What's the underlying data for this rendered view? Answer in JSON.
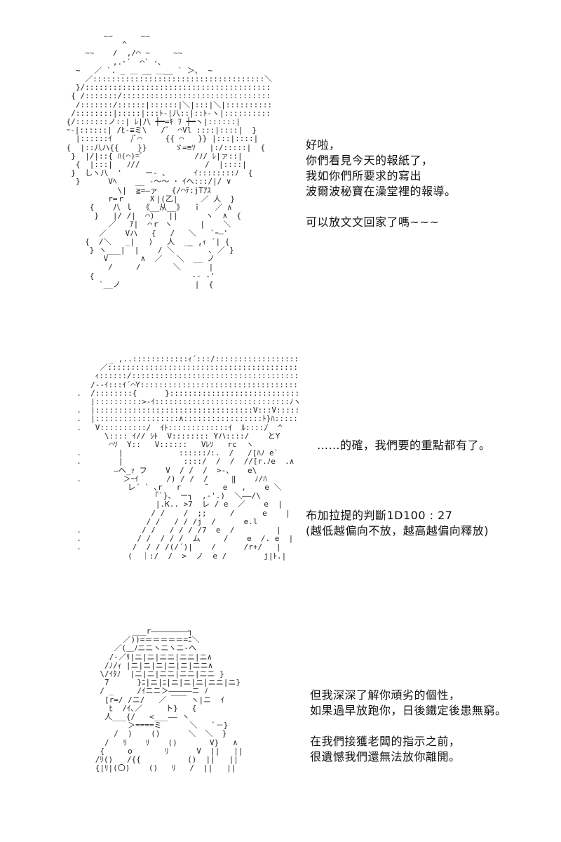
{
  "panels": [
    {
      "ascii_art": "         ~~      ~~\n             ^\n     ~~    /  ,/⌒ ~     ~~\n           ,.･´  ⌒` ･、\n   ~   ／ `. _ ＿ __ ＿__ ` ＞､  ~\n     ／:::::::::::::::::::::::::::::::::::::＼\n   }/::::::::::::::::::::::::::::::::::::::::::::ヽ {\n  { /:::::::/:::::::::::::::::::::::::::::::::::::::|\n   /:::::::/::::::|::::::|＼|:::|＼|::::::::::::|  }\n  /::::::::|:::::|:::ﾄ-|八::|::ﾄ-ヽ|::::::::::|  {\n {/:::::::ノ::| ﾚ|八 ┿━=ｷ ｦ ┿━ヽ|::::::|\n ｰ‐|::::::| /ﾋ-≡ミ\\   /゛ ⌒Vl ::::|::::|  }\n   |::::::ｲ    /ﾞ⌒     {{ ⌒   }} |:::|::::|\n {  |::八ハ{{    }}      ゞ=≡ｿ   |:/:::::|  {\n  }  |/|::{ ﾊ(⌒)=ﾞ           /ﾉ/ ﾚ|ァ::|\n   {  |:::|   ﾉ//              /  |::::|\n  }  しヽ八  '     ー‐ ､      ｲ::::::::ﾉ  {\n   }      Vﾍ    __ -～～ ･ ｲヘ:::/|/ ∨\n            \\|  ≧=―ァ   {/⌒ﾃ:jTｱｽ\n          r=ｒ     Ⅹ|(乙|     ／ 人  }\n      {    八 ｌ  《__从__》  ｉ   ／ ∧\n       }   |/ /|  ⌒)   ||      ヽ  ∧  {\n          ／   ｱ|  ⌒ｒ ヽ      |    ＼\n        ／    Vハ   {   /   ＼   `ｰ―'\n     {  /＼   _|   )   人   _ ,ｨ ´| {\n      } ヽ___|  |    / ＼  ￣ ｀ ､ ／ }\n         V       ∧  ／   ＼  __ ノ\n          /     /       ＼      |\n      {                     -‐ -'\n        `__ノ                |  {",
      "text": [
        "好啦，",
        "你們看見今天的報紙了，",
        "我如你們所要求的寫出",
        "波爾波秘寶在澡堂裡的報導。",
        "",
        "可以放文文回家了嗎~~~"
      ]
    },
    {
      "ascii_art": "         _ ,..::::::::::::ｨ´:::/::::::::::::::::::::::ヽ\n       ／::::::::::::::::::::::::::::::::::::::::::::::::::::ハ\n      ｨ::::::/:::::::::::::::::::::::::::::::::::::::::::::::::::|\n     /--ｲ:::ｲ´⌒Y:::::::::::::::::::::::::::::::::::::::|\n  .  /::::::::{      }:::::::::::::::::::::::::::::::::::|\n     |::::::::::>‐ｲ:::::::::::::::::::::::::::::ﾉヽ:::::::)\n  .  |::::::::::::::::::::::::::::::::::V:::V::::::::::::/\n  .  |::::::::::::::::::∧:::::::::::::::::ﾄ}ﾊ:::::::::::/\\\n  .   V::::::::::/  ｲﾄ:::::::::::::ｲ  ﾙ::::/  ^\n        \\:::: ｲ// ｼﾄ  V:::::::: Yハ::::/    とY\n         ⌒ｿ  Y::   V::::::   Vﾚｿ   rc  ヽ\n  .        |            ::::::ﾉ:.  /   /[ﾊﾉ e`\n  .        |             ::::/  /  /  //[r.ﾉe  .∧\n          ―ヘ_ｧ フ    V  / /  /  >‐、   e\\\n  .         ＞ｰｲ      /) / /  /     ‖    ﾉ/ﾊ\n             レ´ ` ､r   r     ̄    e   ,    e ＼\n                  「`}、 ー┐  ,-'.)  ＼——/\\\n                   |.K.. >7  レ / e  ／    e  |\n                  / /    /  ;;     /      e    |\n                 / /   / / /j  /      e.l\n  .             / /   / / / /7  e  /         |\n  .            / /  / / /  ム     /    e  /. e  |\n  .           /  / / /(/´)|    /      /r+/   |\n             (  ｜:/  /  >  ノ  e /        j|ﾄ.|   e/",
      "text_top": [
        "……的確，我們要的重點都有了。"
      ],
      "text_bottom": [
        "布加拉提的判斷1D100 : 27",
        "(越低越偏向不放，越高越偏向釋放)"
      ]
    },
    {
      "ascii_art": "              ___r――――――――┐\n            ／))=＝＝＝＝＝=ﾆ＼\n          ／(＿ﾉニニヽニヽニ-ヘ\n         /-／ﾘ|ニ|ニ|ニニ|ニニ|ニ∧\n        /ﾉ/ｨ |ニ|ニ|ニ|ニ|ニ|ニニ∧\n       \\/ｲﾀﾉ  |ニ|ニ|ニニ|ニニ|ニニ }\n        7      }ﾆ|ニ|ﾆ|ニ|ニ|ニ|ニニ|ニ}\n       / _     /ｲニニ＞―――――ニ ﾉ\n        [r=/ /ニ/   ／ ￣￣ ヽ|ニ  ｲ\n         ﾋ  /ｲ､／     ト}   {\n        人___{/   <___—― ヽ\n             ＞====ミ      ＼   `－}\n          /  )    ()      ＼  ＼  }\n        /   ﾘ    ﾘ    ()       V}   ∧\n       {     o       ﾘ      V  ||   ||\n      /ﾘ()   /{{          ()  ||   ||\n      {|ﾘ|(〇)    ()   ﾘ   /  ||   ||",
      "text": [
        "但我深深了解你頑劣的個性，",
        "如果過早放跑你，日後鐵定後患無窮。",
        "",
        "在我們接獲老闆的指示之前，",
        "很遺憾我們還無法放你離開。"
      ]
    }
  ]
}
